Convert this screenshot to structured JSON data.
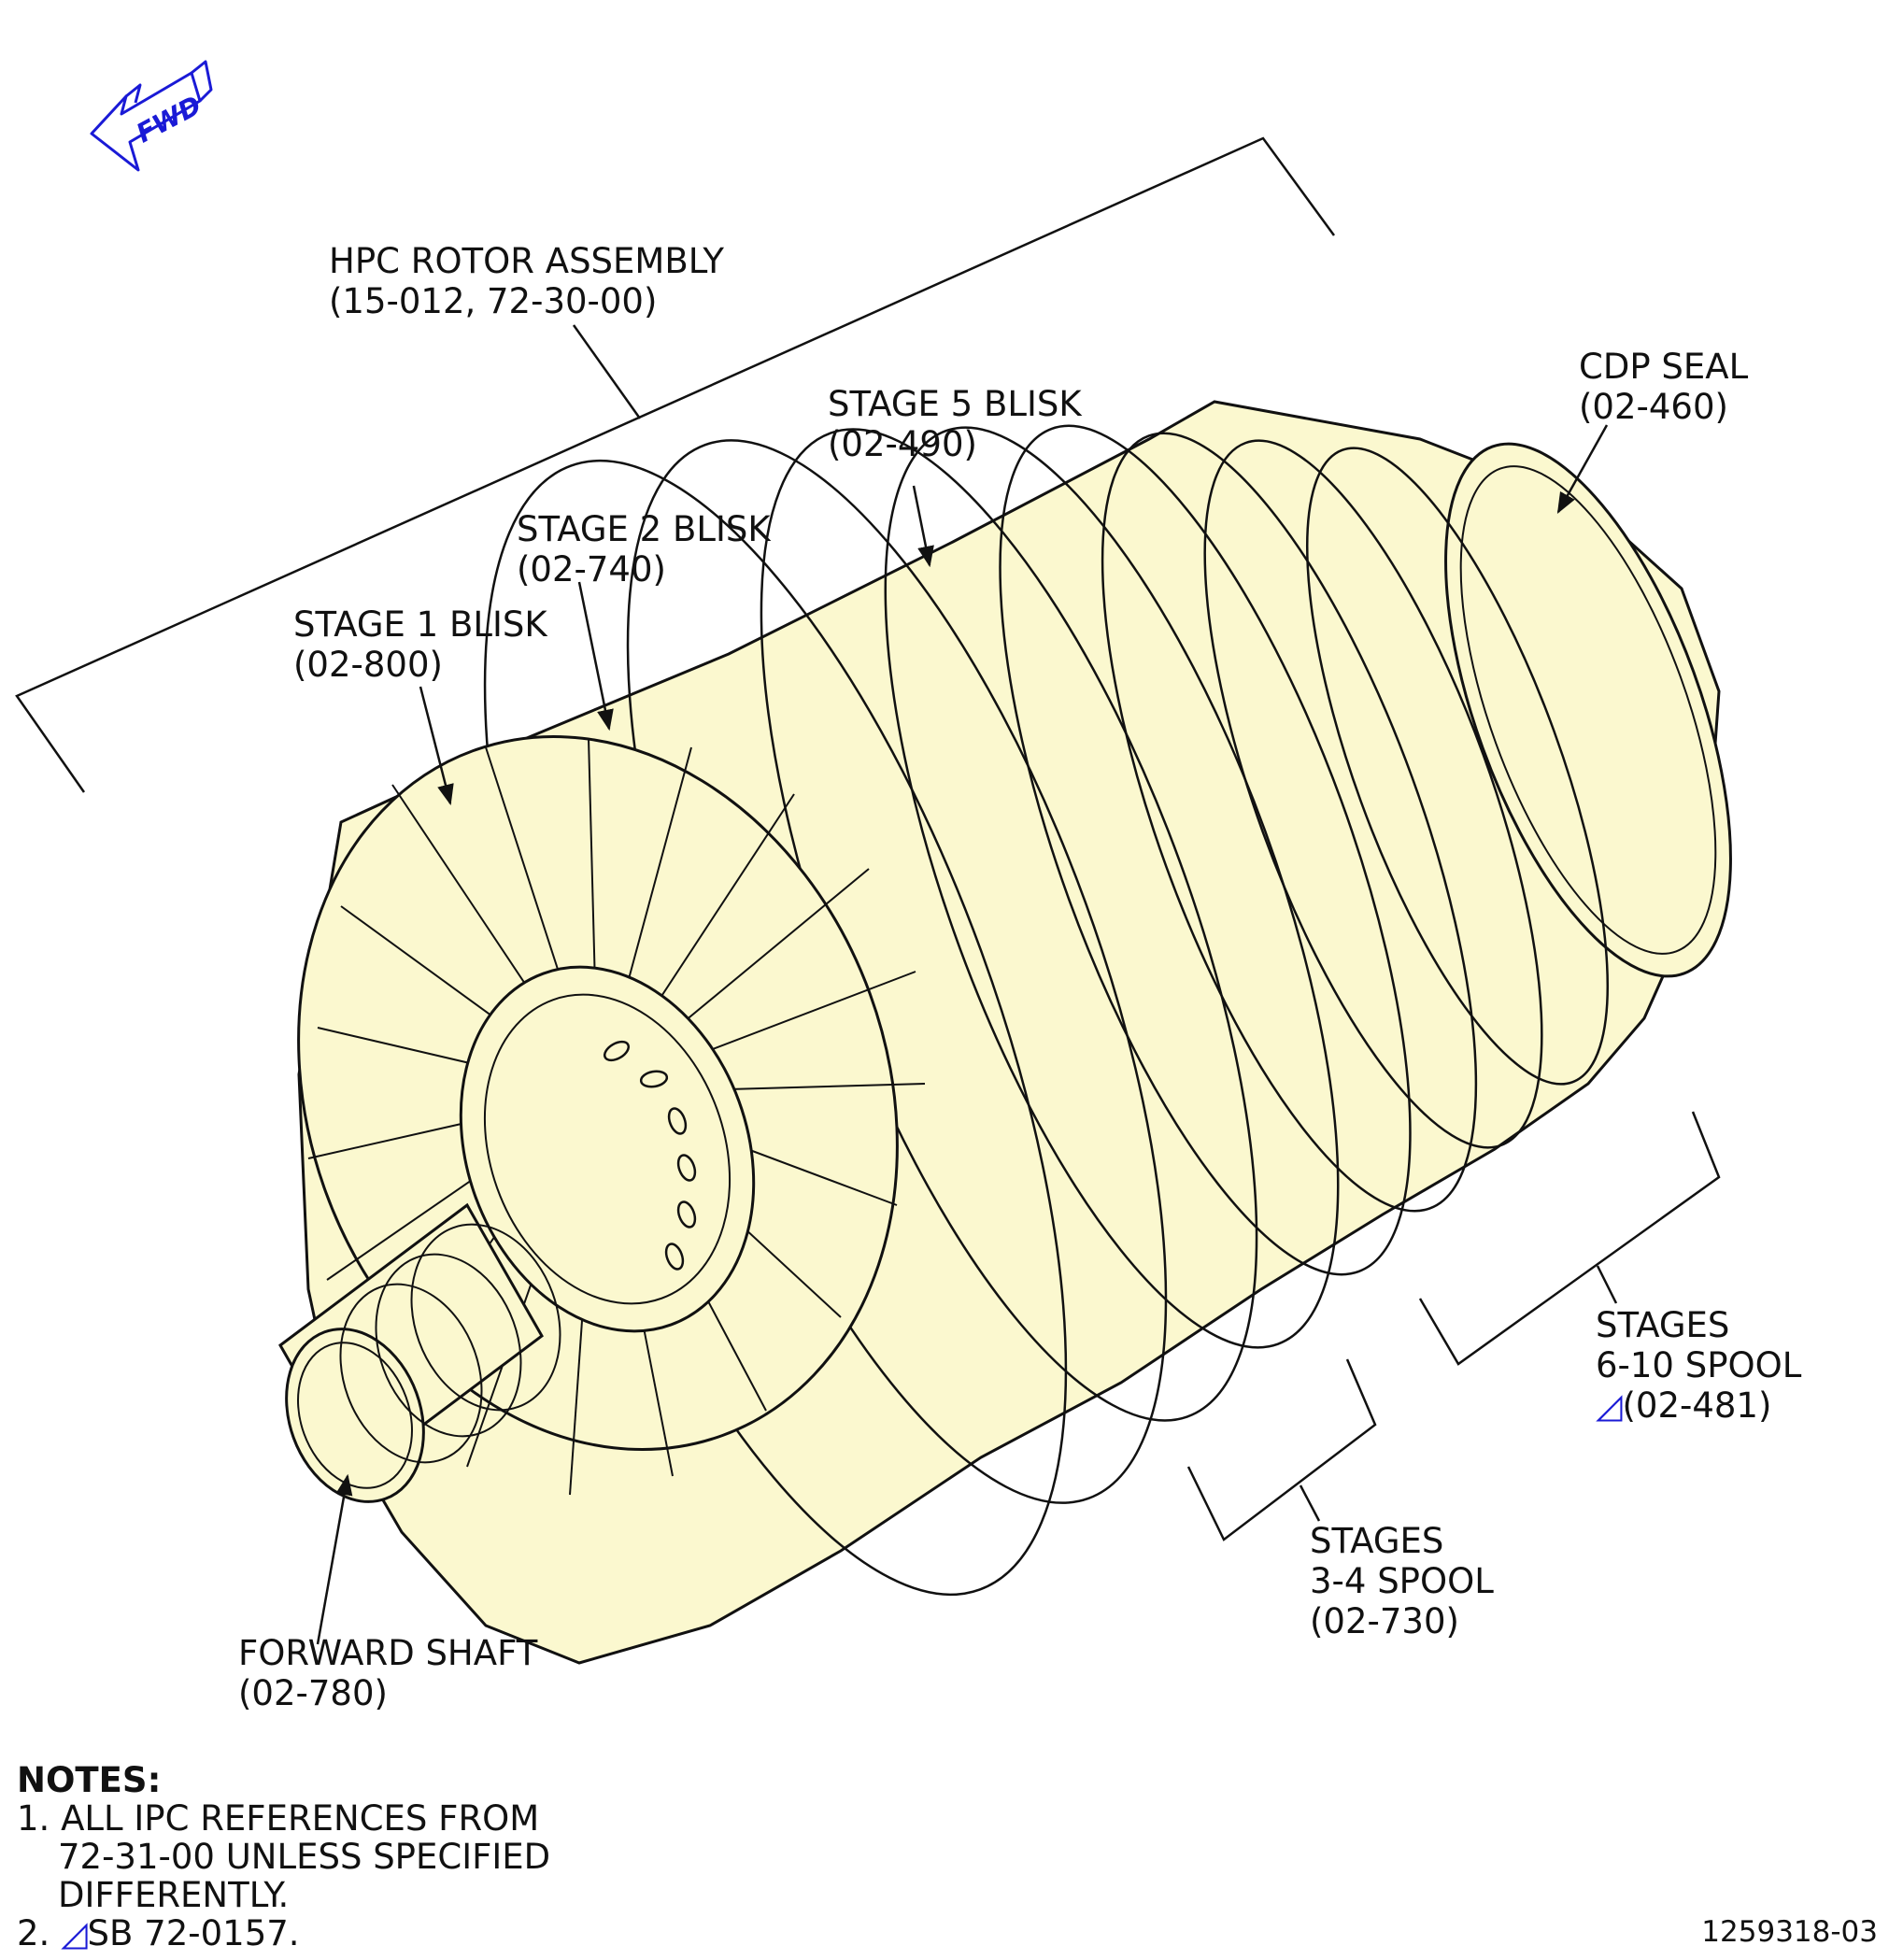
{
  "colors": {
    "part_fill": "#fbf8cf",
    "line": "#111111",
    "sb_marker": "#1a1ad6",
    "fwd_arrow": "#1a1ad6"
  },
  "fwd_arrow": {
    "label": "FWD",
    "icon": "fwd-direction-arrow"
  },
  "callouts": {
    "hpc_rotor": {
      "name": "HPC ROTOR ASSEMBLY",
      "ref": "(15-012, 72-30-00)"
    },
    "cdp_seal": {
      "name": "CDP SEAL",
      "ref": "(02-460)"
    },
    "stage5": {
      "name": "STAGE 5 BLISK",
      "ref": "(02-490)"
    },
    "stage2": {
      "name": "STAGE 2 BLISK",
      "ref": "(02-740)"
    },
    "stage1": {
      "name": "STAGE 1 BLISK",
      "ref": "(02-800)"
    },
    "stages_6_10": {
      "line1": "STAGES",
      "line2": "6-10 SPOOL",
      "sb_icon": "sb-triangle-marker",
      "ref": "(02-481)"
    },
    "stages_3_4": {
      "line1": "STAGES",
      "line2": "3-4 SPOOL",
      "ref": "(02-730)"
    },
    "forward_shaft": {
      "name": "FORWARD SHAFT",
      "ref": "(02-780)"
    }
  },
  "notes": {
    "title": "NOTES:",
    "items": [
      {
        "num": "1.",
        "lines": [
          "ALL IPC REFERENCES FROM",
          "72-31-00 UNLESS SPECIFIED",
          "DIFFERENTLY."
        ]
      },
      {
        "num": "2.",
        "sb_icon": "sb-triangle-marker",
        "text": "SB 72-0157."
      }
    ]
  },
  "figure_number": "1259318-03"
}
